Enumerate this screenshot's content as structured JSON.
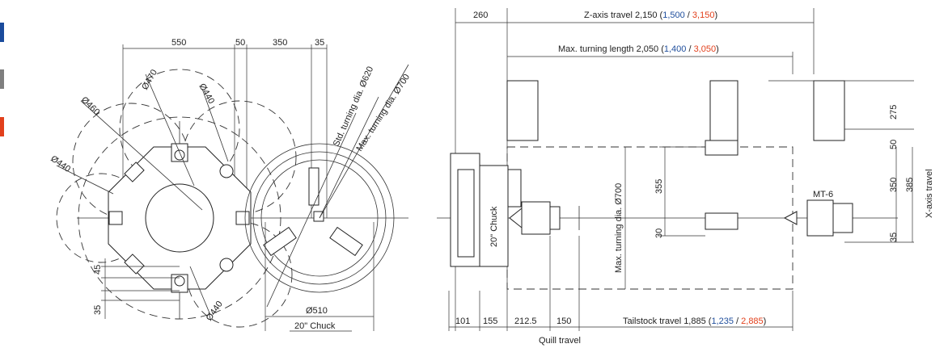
{
  "colors": {
    "blue": "#1f4e9c",
    "red": "#e2401c",
    "bar_blue": "#1a4b9c",
    "bar_gray": "#7f7f7f",
    "bar_red": "#e2401c"
  },
  "left_view": {
    "dims_top": [
      "550",
      "50",
      "350",
      "35"
    ],
    "std_turning": "Std. turning dia. Ø620",
    "max_turning": "Max. turning dia. Ø700",
    "circles": [
      "Ø470",
      "Ø440",
      "Ø460",
      "Ø440",
      "Ø440"
    ],
    "side_dims": [
      "45",
      "35"
    ],
    "chuck_dia": "Ø510",
    "chuck_label": "20\" Chuck"
  },
  "right_view": {
    "dim_260": "260",
    "z_axis": {
      "prefix": "Z-axis travel 2,150 (",
      "blue": "1,500",
      "sep": " / ",
      "red": "3,150",
      "suffix": ")"
    },
    "max_length": {
      "prefix": "Max. turning length 2,050 (",
      "blue": "1,400",
      "sep": " / ",
      "red": "3,050",
      "suffix": ")"
    },
    "tailstock": {
      "prefix": "Tailstock travel 1,885 (",
      "blue": "1,235",
      "sep": " / ",
      "red": "2,885",
      "suffix": ")"
    },
    "chuck_label": "20\" Chuck",
    "max_dia": "Max. turning dia. Ø700",
    "dims_vertical": [
      "355",
      "30",
      "275",
      "50",
      "350",
      "385",
      "35"
    ],
    "x_axis": "X-axis travel",
    "mt6": "MT-6",
    "bottom_dims": [
      "101",
      "155",
      "212.5",
      "150"
    ],
    "quill": "Quill travel"
  }
}
